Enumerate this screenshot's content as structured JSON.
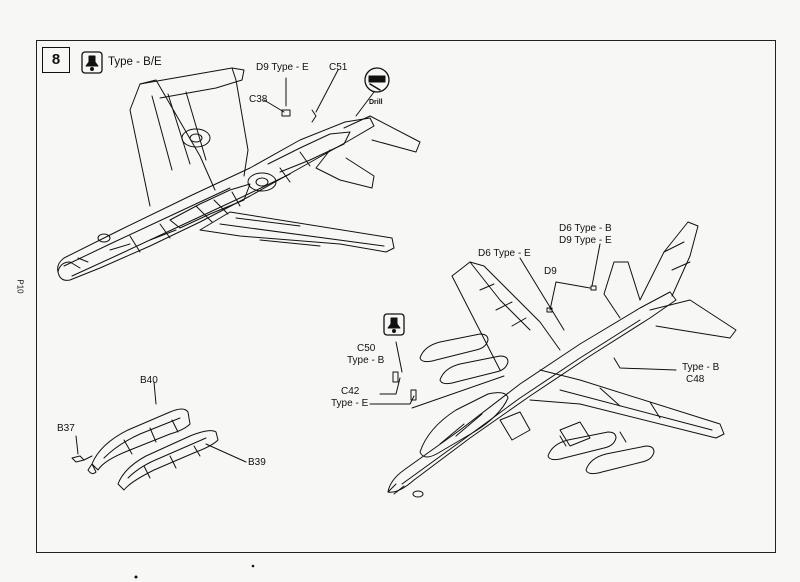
{
  "page": {
    "side_label": "P10"
  },
  "step": {
    "number": "8",
    "variant_label": "Type - B/E"
  },
  "callouts": {
    "d9_type_e_top": "D9 Type - E",
    "c51": "C51",
    "c38": "C38",
    "drill": "Drill",
    "d6_type_b": "D6 Type - B",
    "d9_type_e_right": "D9 Type - E",
    "d6_type_e": "D6 Type - E",
    "d9": "D9",
    "c50": "C50",
    "c50_type": "Type - B",
    "c42": "C42",
    "c42_type": "Type - E",
    "c48_type": "Type - B",
    "c48": "C48",
    "b40": "B40",
    "b37": "B37",
    "b39": "B39"
  },
  "icons": [
    "glue-icon",
    "drill-icon"
  ]
}
